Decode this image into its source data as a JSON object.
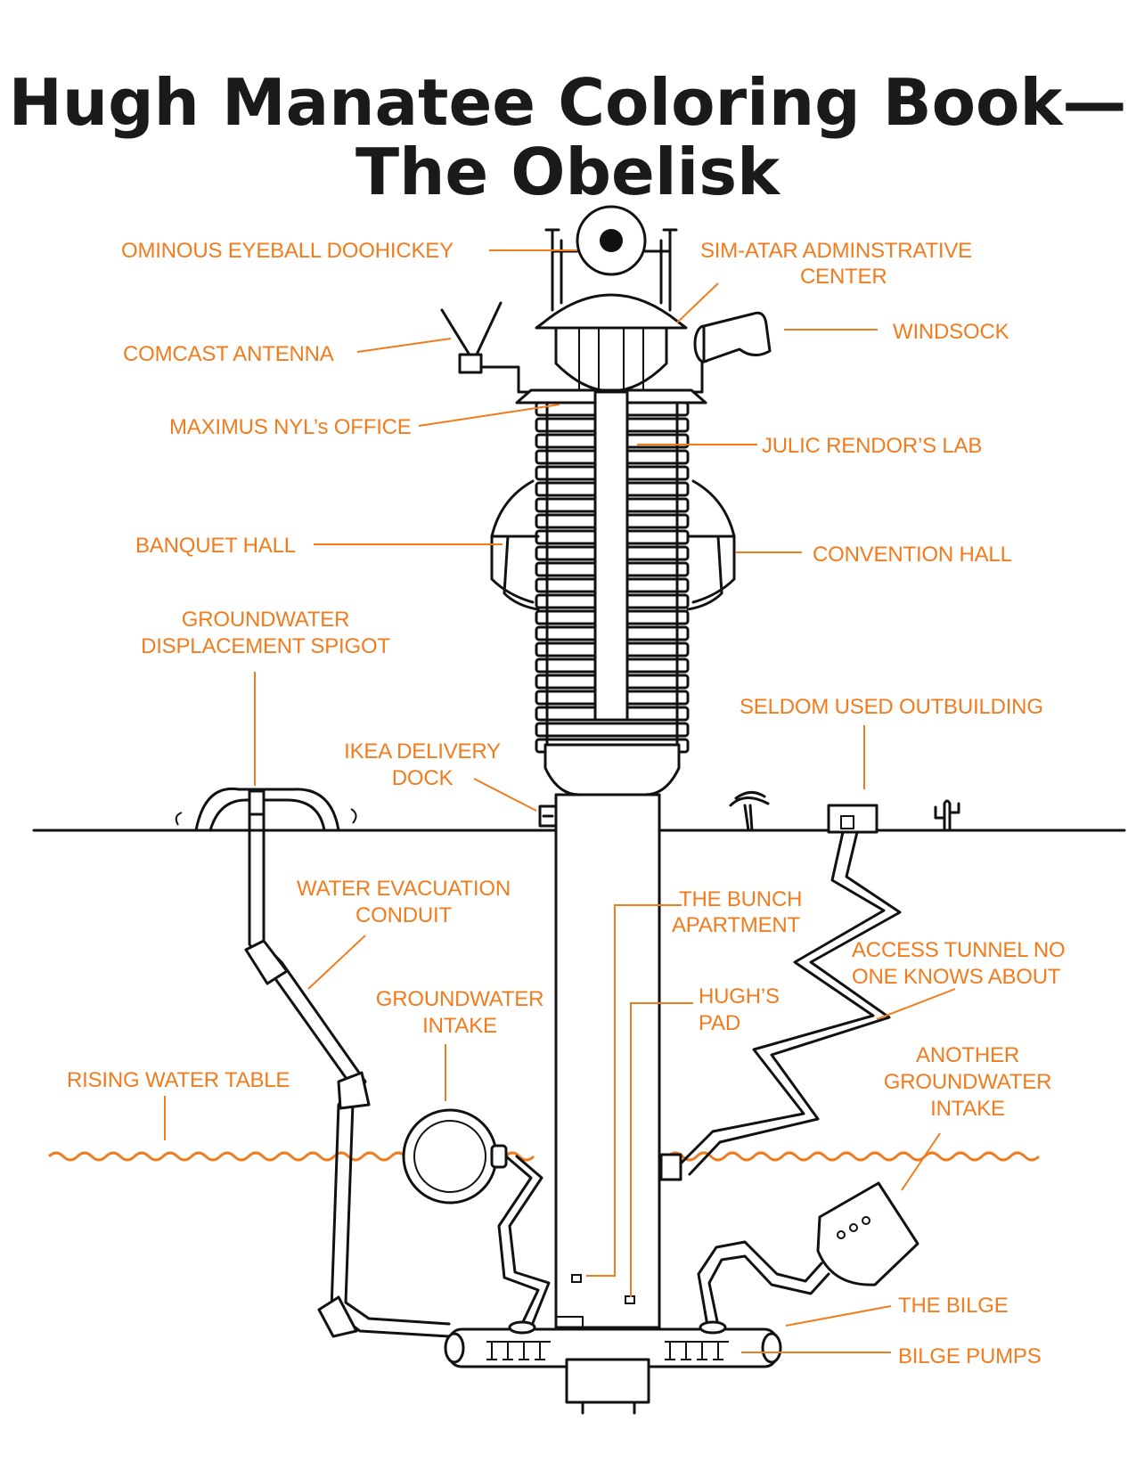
{
  "title": {
    "line1": "Hugh Manatee Coloring Book—",
    "line2": "The Obelisk"
  },
  "accent_color": "#f07c1e",
  "ink_color": "#111111",
  "labels": {
    "eyeball": "OMINOUS EYEBALL DOOHICKEY",
    "admin_1": "SIM-ATAR ADMINSTRATIVE",
    "admin_2": "CENTER",
    "windsock": "WINDSOCK",
    "antenna": "COMCAST ANTENNA",
    "maximus": "MAXIMUS NYL’s OFFICE",
    "julic": "JULIC RENDOR’S LAB",
    "banquet": "BANQUET HALL",
    "convention": "CONVENTION HALL",
    "spigot_1": "GROUNDWATER",
    "spigot_2": "DISPLACEMENT SPIGOT",
    "outbuilding": "SELDOM USED OUTBUILDING",
    "ikea_1": "IKEA DELIVERY",
    "ikea_2": "DOCK",
    "conduit_1": "WATER EVACUATION",
    "conduit_2": "CONDUIT",
    "bunch_1": "THE BUNCH",
    "bunch_2": "APARTMENT",
    "tunnel_1": "ACCESS TUNNEL NO",
    "tunnel_2": "ONE KNOWS ABOUT",
    "intake_1": "GROUNDWATER",
    "intake_2": "INTAKE",
    "hugh_1": "HUGH’S",
    "hugh_2": "PAD",
    "water_table": "RISING WATER TABLE",
    "another_1": "ANOTHER",
    "another_2": "GROUNDWATER",
    "another_3": "INTAKE",
    "bilge": "THE BILGE",
    "pumps": "BILGE PUMPS"
  }
}
